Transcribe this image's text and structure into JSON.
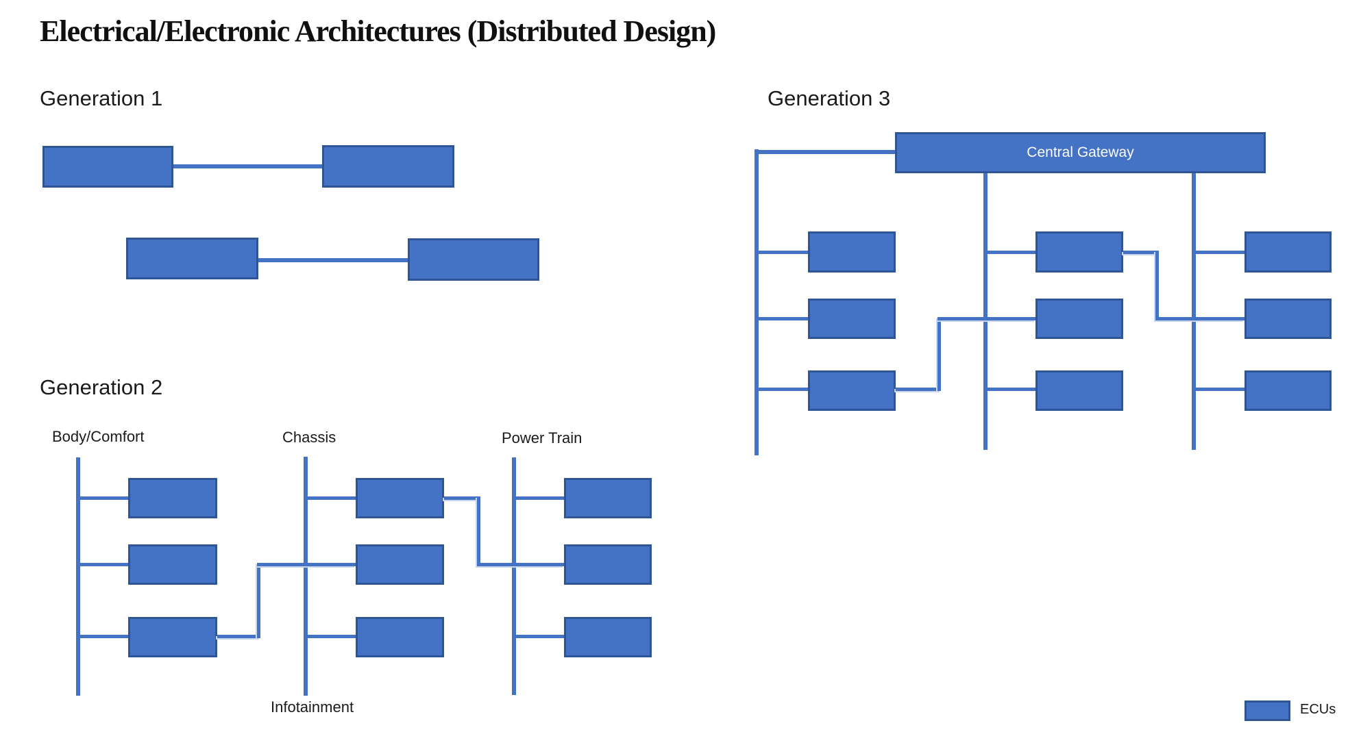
{
  "title": "Electrical/Electronic Architectures (Distributed Design)",
  "colors": {
    "ecu_fill": "#4472C4",
    "ecu_border": "#2F5597",
    "connector": "#4472C4",
    "connector_highlight": "#C9D6F0",
    "gateway_text": "#ffffff"
  },
  "generation1": {
    "label": "Generation 1"
  },
  "generation2": {
    "label": "Generation 2",
    "bus_labels": {
      "bus1": "Body/Comfort",
      "bus2": "Chassis",
      "bus3": "Power Train",
      "bottom": "Infotainment"
    }
  },
  "generation3": {
    "label": "Generation 3",
    "gateway_label": "Central Gateway"
  },
  "legend": {
    "label": "ECUs"
  }
}
